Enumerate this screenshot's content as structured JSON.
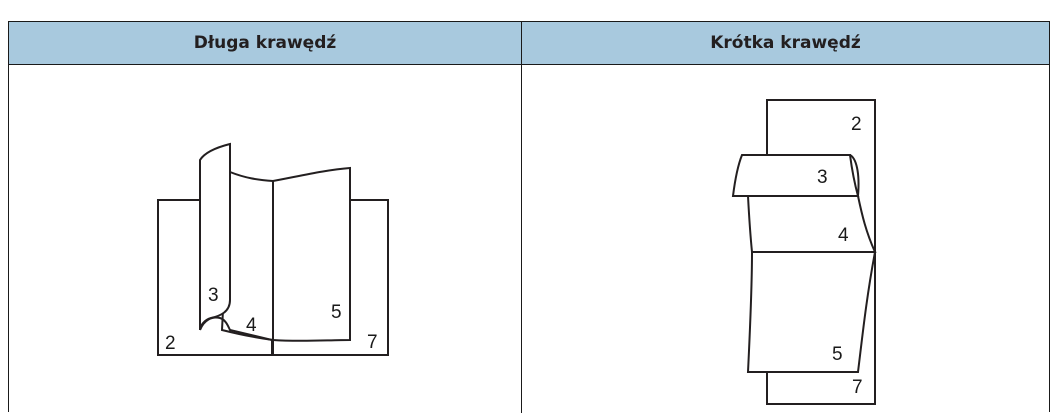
{
  "table": {
    "headers": {
      "long_edge": "Długa krawędź",
      "short_edge": "Krótka krawędź"
    }
  },
  "long_edge_figure": {
    "page_numbers": [
      "2",
      "3",
      "4",
      "5",
      "7"
    ]
  },
  "short_edge_figure": {
    "page_numbers": [
      "2",
      "3",
      "4",
      "5",
      "7"
    ]
  }
}
